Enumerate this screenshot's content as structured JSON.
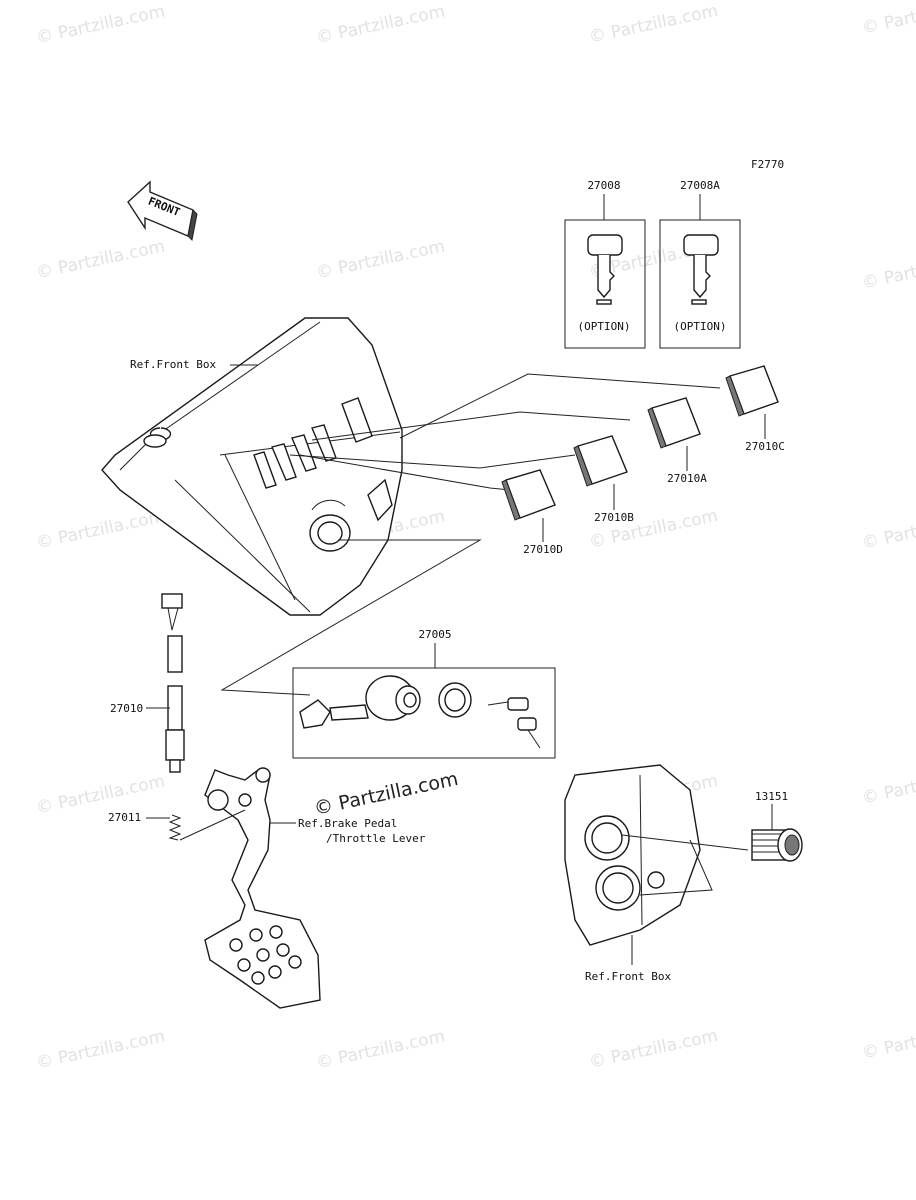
{
  "figure_code": "F2770",
  "front_arrow_text": "FRONT",
  "watermark_text": "© Partzilla.com",
  "center_watermark_text": "© Partzilla.com",
  "labels": {
    "p27008": "27008",
    "p27008a": "27008A",
    "option1": "(OPTION)",
    "option2": "(OPTION)",
    "ref_front_box_top": "Ref.Front Box",
    "p27010c": "27010C",
    "p27010a": "27010A",
    "p27010b": "27010B",
    "p27010d": "27010D",
    "p27005": "27005",
    "p27010": "27010",
    "p27011": "27011",
    "ref_brake_1": "Ref.Brake Pedal",
    "ref_brake_2": "/Throttle Lever",
    "p13151": "13151",
    "ref_front_box_bottom": "Ref.Front Box"
  },
  "colors": {
    "line": "#222222",
    "watermark": "#e2e2e2",
    "background": "#ffffff"
  }
}
